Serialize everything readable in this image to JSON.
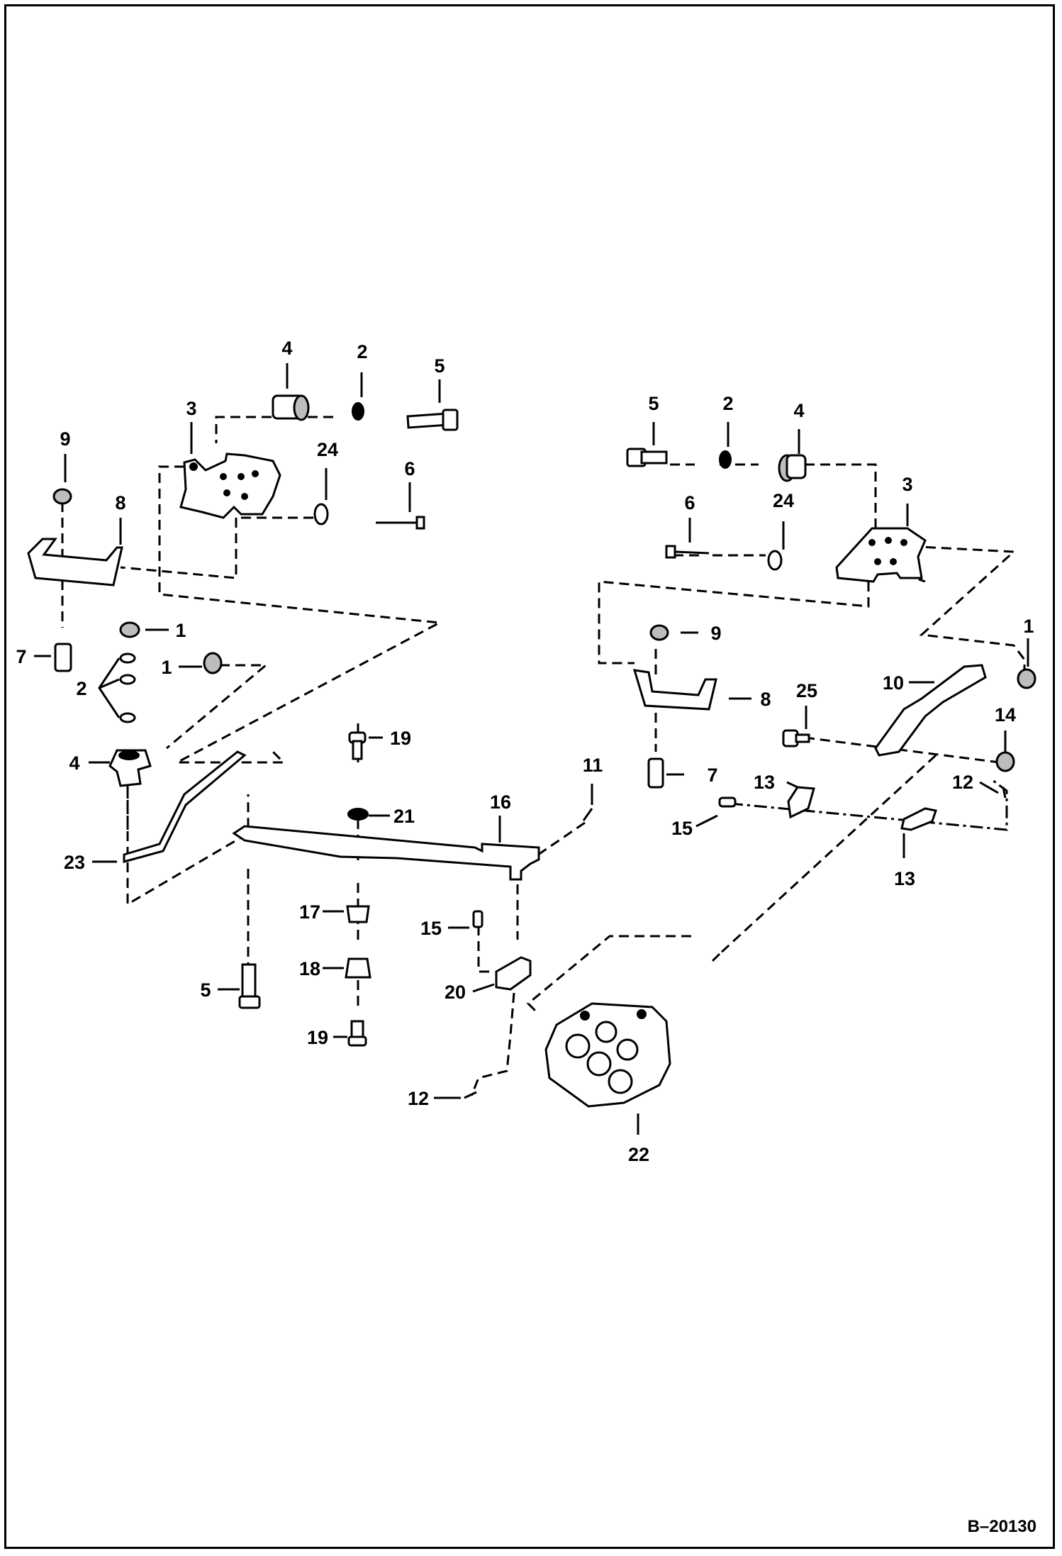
{
  "figure_id": "B–20130",
  "callouts": {
    "c1": "1",
    "c2": "2",
    "c3": "3",
    "c4": "4",
    "c5": "5",
    "c6": "6",
    "c7": "7",
    "c8": "8",
    "c9": "9",
    "c10": "10",
    "c11": "11",
    "c12": "12",
    "c13": "13",
    "c14": "14",
    "c15": "15",
    "c16": "16",
    "c17": "17",
    "c18": "18",
    "c19": "19",
    "c20": "20",
    "c21": "21",
    "c22": "22",
    "c23": "23",
    "c24": "24",
    "c25": "25"
  }
}
